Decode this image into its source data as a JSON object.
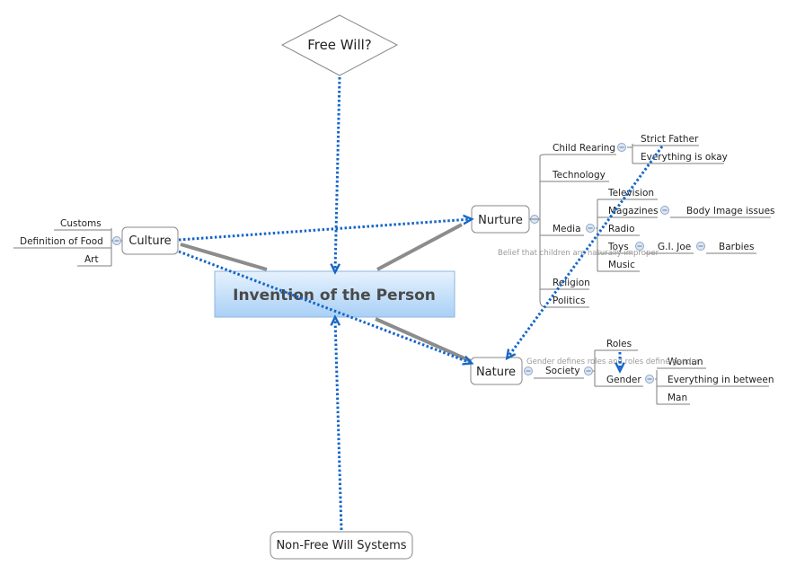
{
  "central": "Invention of the Person",
  "free_will": "Free Will?",
  "non_free_will": "Non-Free Will Systems",
  "culture": {
    "label": "Culture",
    "children": [
      "Customs",
      "Definition of Food",
      "Art"
    ]
  },
  "nurture": {
    "label": "Nurture",
    "child_rearing": "Child Rearing",
    "child_rearing_children": [
      "Strict Father",
      "Everything is okay"
    ],
    "technology": "Technology",
    "media": "Media",
    "media_children": {
      "television": "Television",
      "magazines": "Magazines",
      "magazines_child": "Body Image issues",
      "radio": "Radio",
      "toys": "Toys",
      "toys_child": "G.I. Joe",
      "toys_grandchild": "Barbies",
      "music": "Music"
    },
    "religion": "Religion",
    "politics": "Politics"
  },
  "nature": {
    "label": "Nature",
    "society": "Society",
    "roles": "Roles",
    "gender": "Gender",
    "gender_children": [
      "Woman",
      "Everything in between",
      "Man"
    ]
  },
  "relationship_labels": {
    "belief": "Belief that children are naturally improper",
    "gender_defines": "Gender defines roles and roles define gender"
  },
  "colors": {
    "relationship": "#1466c8",
    "central_top": "#e6f2fd",
    "central_bottom": "#a9d0f6"
  }
}
